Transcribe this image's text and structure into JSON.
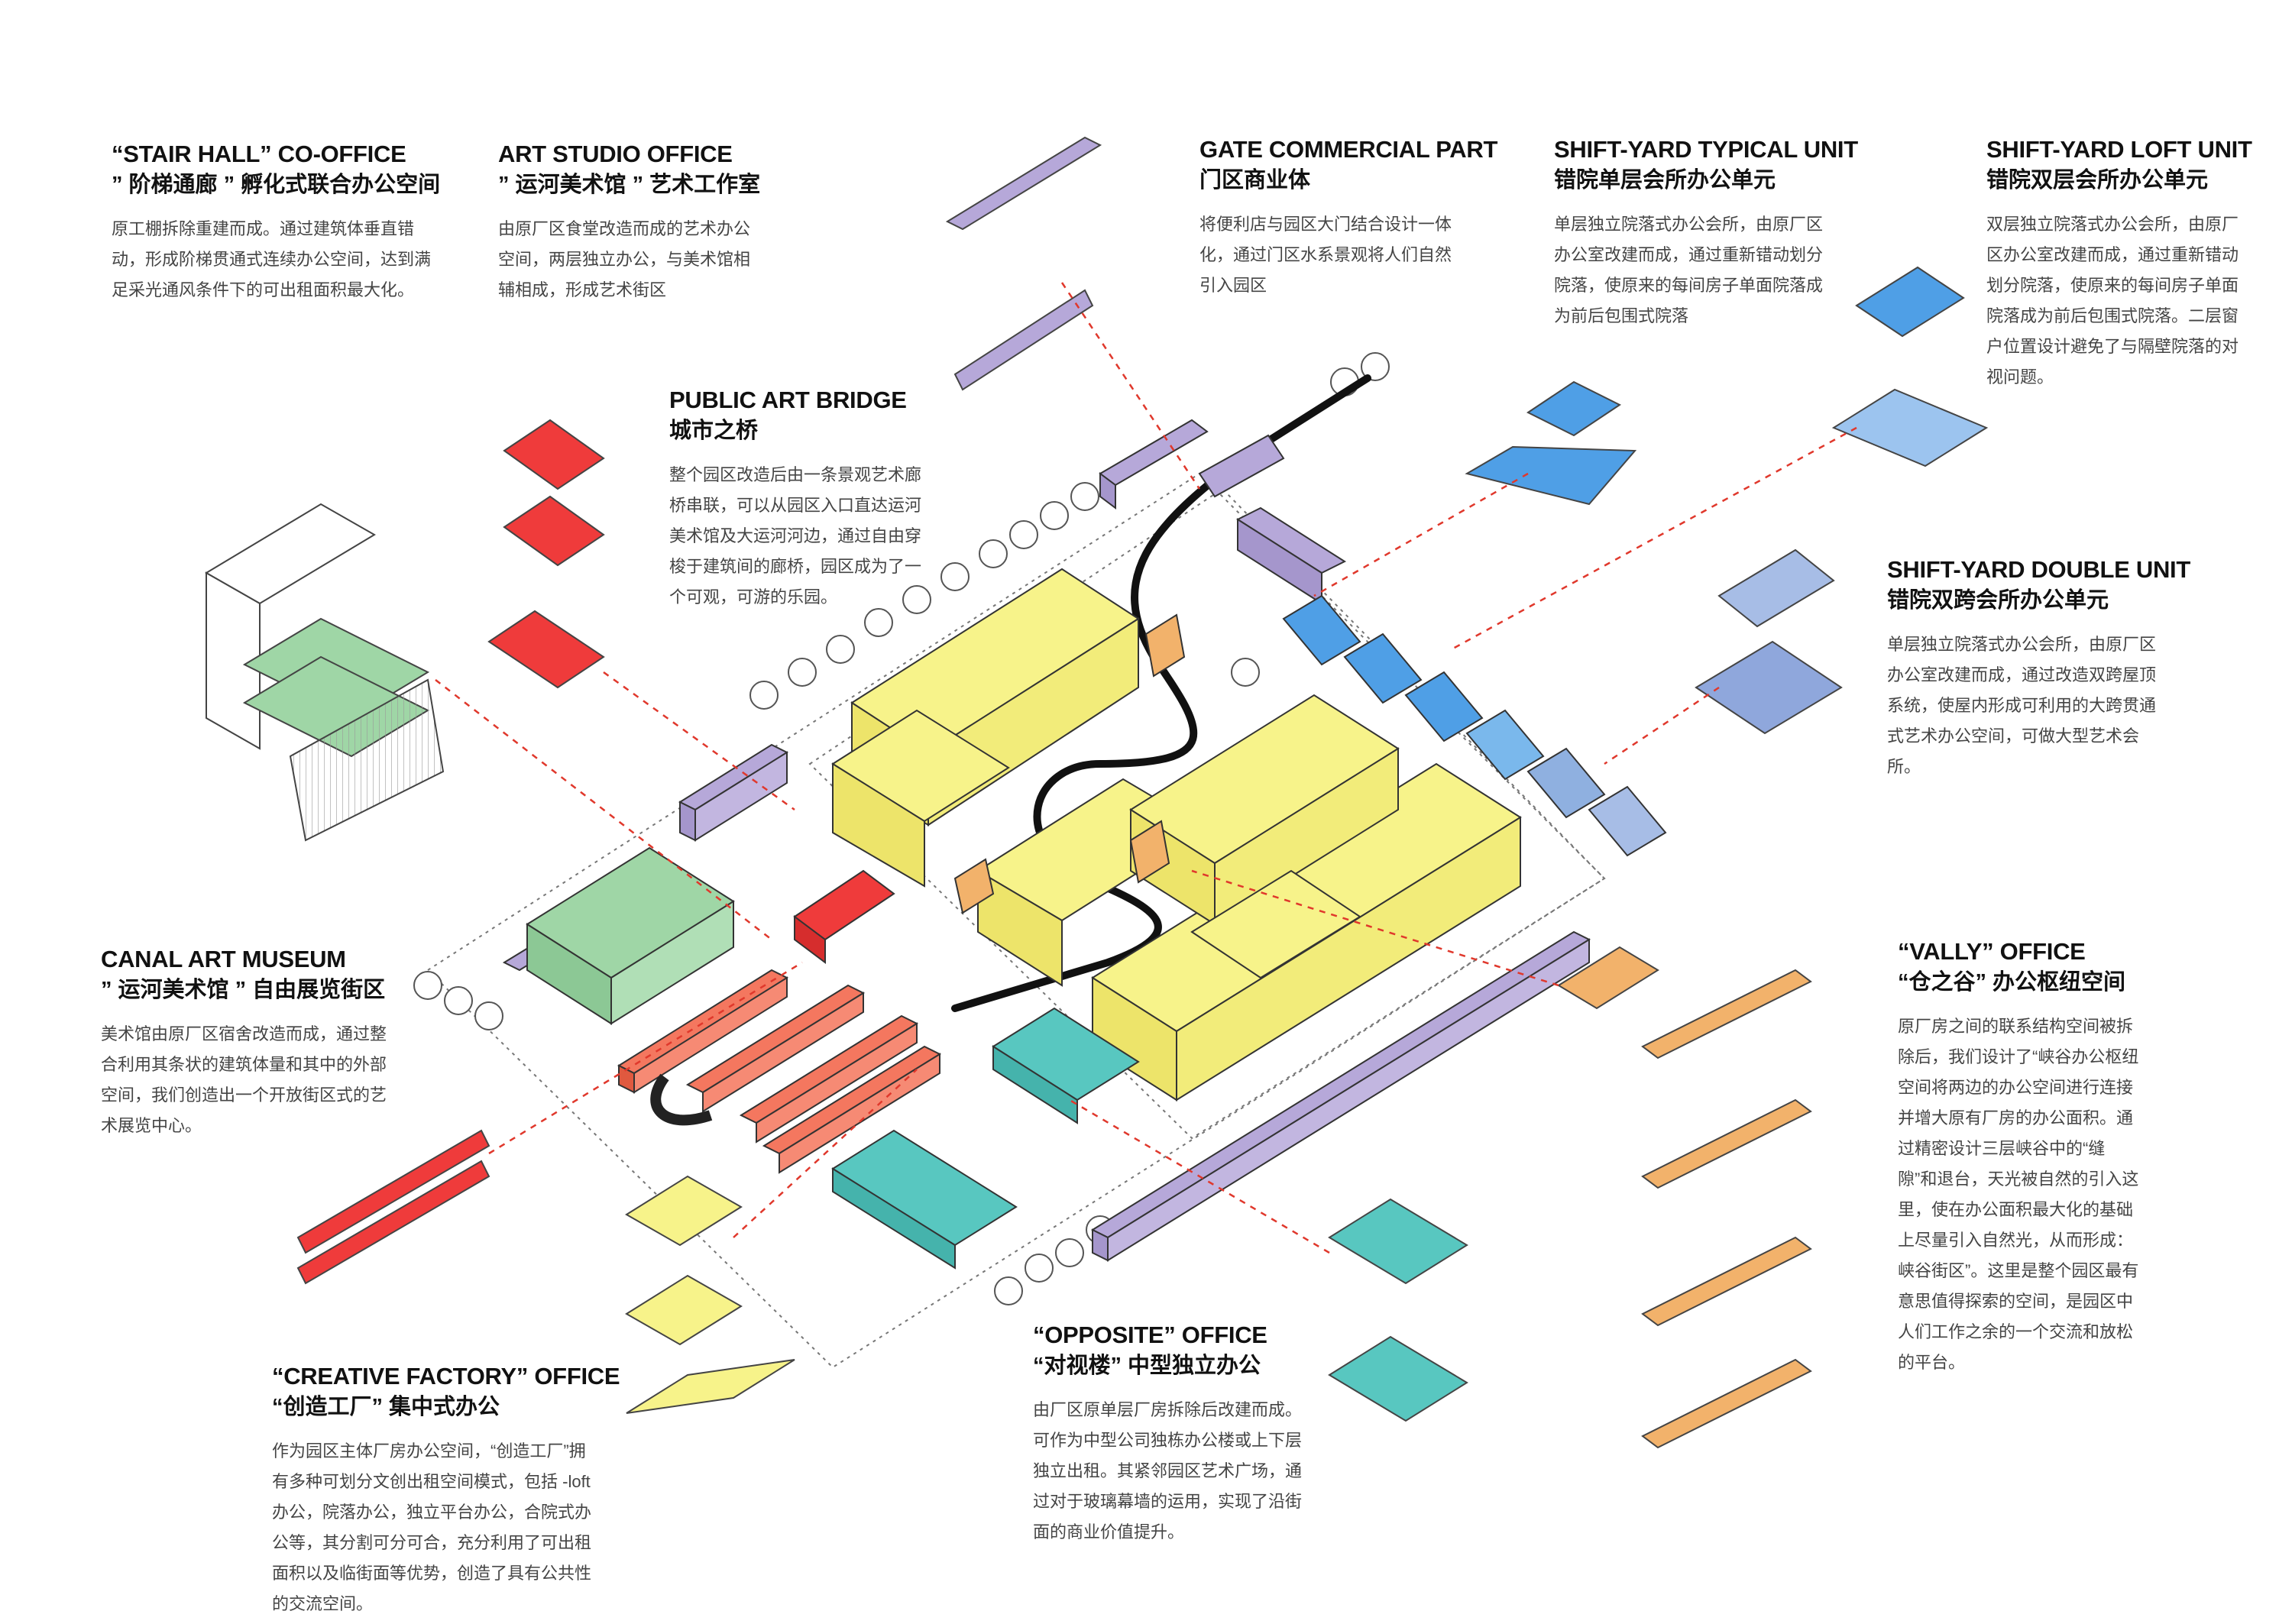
{
  "labels": {
    "stair_hall": {
      "title_en": "“STAIR HALL” CO-OFFICE",
      "title_cn": "” 阶梯通廊 ” 孵化式联合办公空间",
      "desc": "原工棚拆除重建而成。通过建筑体垂直错动，形成阶梯贯通式连续办公空间，达到满足采光通风条件下的可出租面积最大化。"
    },
    "art_studio": {
      "title_en": "ART STUDIO OFFICE",
      "title_cn": "” 运河美术馆 ” 艺术工作室",
      "desc": "由原厂区食堂改造而成的艺术办公空间，两层独立办公，与美术馆相辅相成，形成艺术街区"
    },
    "gate_commercial": {
      "title_en": "GATE COMMERCIAL PART",
      "title_cn": "门区商业体",
      "desc": "将便利店与园区大门结合设计一体化，通过门区水系景观将人们自然引入园区"
    },
    "shift_typical": {
      "title_en": "SHIFT-YARD TYPICAL UNIT",
      "title_cn": "错院单层会所办公单元",
      "desc": "单层独立院落式办公会所，由原厂区办公室改建而成，通过重新错动划分院落，使原来的每间房子单面院落成为前后包围式院落"
    },
    "shift_loft": {
      "title_en": "SHIFT-YARD LOFT UNIT",
      "title_cn": "错院双层会所办公单元",
      "desc": "双层独立院落式办公会所，由原厂区办公室改建而成，通过重新错动划分院落，使原来的每间房子单面院落成为前后包围式院落。二层窗户位置设计避免了与隔壁院落的对视问题。"
    },
    "public_bridge": {
      "title_en": "PUBLIC ART BRIDGE",
      "title_cn": "城市之桥",
      "desc": "整个园区改造后由一条景观艺术廊桥串联，可以从园区入口直达运河美术馆及大运河河边，通过自由穿梭于建筑间的廊桥，园区成为了一个可观，可游的乐园。"
    },
    "shift_double": {
      "title_en": "SHIFT-YARD DOUBLE UNIT",
      "title_cn": "错院双跨会所办公单元",
      "desc": "单层独立院落式办公会所，由原厂区办公室改建而成，通过改造双跨屋顶系统，使屋内形成可利用的大跨贯通式艺术办公空间，可做大型艺术会所。"
    },
    "canal_museum": {
      "title_en": "CANAL ART MUSEUM",
      "title_cn": "” 运河美术馆 ” 自由展览街区",
      "desc": "美术馆由原厂区宿舍改造而成，通过整合利用其条状的建筑体量和其中的外部空间，我们创造出一个开放街区式的艺术展览中心。"
    },
    "vally": {
      "title_en": "“VALLY” OFFICE",
      "title_cn": "“仓之谷” 办公枢纽空间",
      "desc": "原厂房之间的联系结构空间被拆除后，我们设计了“峡谷办公枢纽空间将两边的办公空间进行连接并增大原有厂房的办公面积。通过精密设计三层峡谷中的“缝隙”和退台，天光被自然的引入这里，使在办公面积最大化的基础上尽量引入自然光，从而形成：峡谷街区”。这里是整个园区最有意思值得探索的空间，是园区中人们工作之余的一个交流和放松的平台。"
    },
    "creative_factory": {
      "title_en": "“CREATIVE FACTORY” OFFICE",
      "title_cn": "“创造工厂” 集中式办公",
      "desc": "作为园区主体厂房办公空间，“创造工厂”拥有多种可划分文创出租空间模式，包括 -loft 办公，院落办公，独立平台办公，合院式办公等，其分割可分可合，充分利用了可出租面积以及临街面等优势，创造了具有公共性的交流空间。"
    },
    "opposite": {
      "title_en": "“OPPOSITE” OFFICE",
      "title_cn": "“对视楼” 中型独立办公",
      "desc": "由厂区原单层厂房拆除后改建而成。可作为中型公司独栋办公楼或上下层独立出租。其紧邻园区艺术广场，通过对于玻璃幕墙的运用，实现了沿街面的商业价值提升。"
    }
  },
  "colors": {
    "yellow": "#f7f38a",
    "purple": "#b6a8d9",
    "red": "#ef3b3b",
    "salmon": "#f4775f",
    "green": "#9fd6a6",
    "teal": "#58c7c0",
    "blue": "#4f9fe6",
    "orange": "#f2b26b",
    "leader": "#e0382c"
  }
}
